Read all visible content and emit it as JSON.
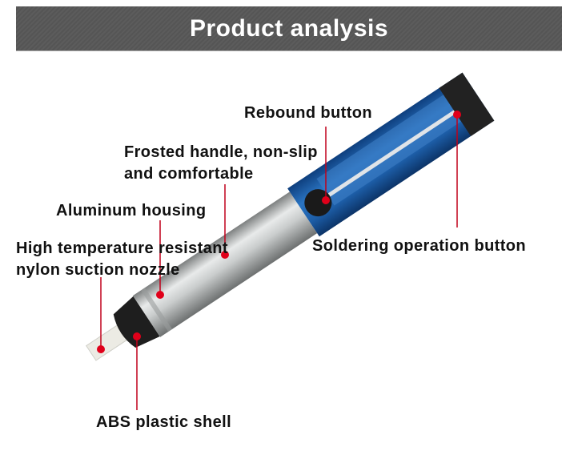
{
  "title": "Product analysis",
  "labels": {
    "rebound": "Rebound button",
    "frosted_1": "Frosted handle, non-slip",
    "frosted_2": "and comfortable",
    "aluminum": "Aluminum housing",
    "nozzle_1": "High temperature resistant",
    "nozzle_2": "nylon suction nozzle",
    "abs": "ABS plastic shell",
    "soldering": "Soldering operation button"
  },
  "colors": {
    "banner": "#5a5a5a",
    "leader": "#c0001a",
    "blue": "#1f5fa8"
  }
}
